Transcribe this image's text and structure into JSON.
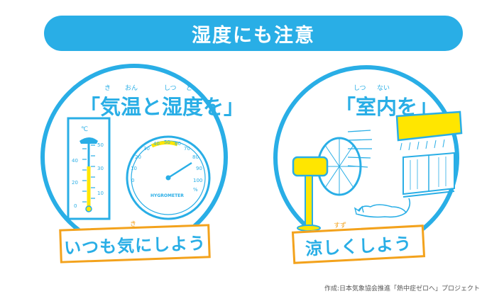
{
  "banner": {
    "title": "湿度にも注意"
  },
  "left_panel": {
    "heading": "「気温と湿度を」",
    "ruby": {
      "ki": "き",
      "on": "おん",
      "shitsu": "しつ",
      "do": "ど"
    },
    "badge": "いつも気にしよう",
    "badge_ruby": "き",
    "thermometer": {
      "unit": "℃",
      "left_scale": [
        "40",
        "20",
        "0"
      ],
      "right_scale": [
        "50",
        "30",
        "10"
      ]
    },
    "hygrometer": {
      "label": "HYGROMETER",
      "scale": [
        "0",
        "10",
        "20",
        "30",
        "40",
        "50",
        "60",
        "70",
        "80",
        "90",
        "100"
      ],
      "unit": "%"
    }
  },
  "right_panel": {
    "heading": "「室内を」",
    "ruby": {
      "shitsu": "しつ",
      "nai": "ない"
    },
    "badge": "涼しくしよう",
    "badge_ruby": "すず"
  },
  "credit": "作成:日本気象協会推進「熱中症ゼロへ」プロジェクト",
  "colors": {
    "blue": "#29aee6",
    "yellow": "#ffe600",
    "orange": "#f3a21c"
  }
}
